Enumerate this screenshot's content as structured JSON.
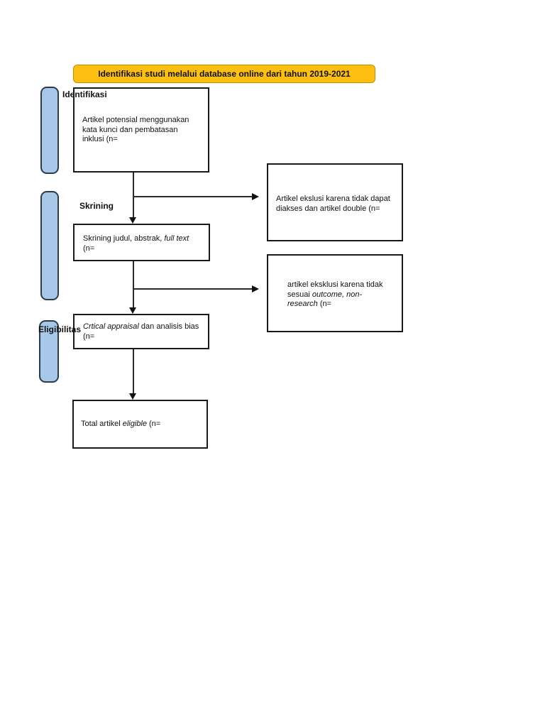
{
  "banner": {
    "label": "Identifikasi studi melalui database online dari tahun 2019-2021"
  },
  "stages": [
    {
      "label": "Identifikasi"
    },
    {
      "label": "Skrining"
    },
    {
      "label": "Eligibilitas"
    }
  ],
  "flow_boxes": {
    "potensial": {
      "line1": "Artikel potensial menggunakan",
      "line2": "kata kunci dan pembatasan",
      "line3": "inklusi (n="
    },
    "skrining": {
      "line1_regular": "Skrining judul, abstrak, ",
      "line1_italic": "full text",
      "line2": "(n="
    },
    "appraisal": {
      "line1_italic": "Crtical appraisal",
      "line1_regular": " dan analisis bias",
      "line2": "(n="
    },
    "total": {
      "part1": "Total artikel ",
      "part2_italic": "eligible",
      "part3": " (n="
    }
  },
  "exclusion_boxes": {
    "ekslusi1": {
      "line1": "Artikel ekslusi karena tidak dapat",
      "line2": "diakses dan artikel double (n="
    },
    "ekslusi2": {
      "line1": "artikel eksklusi karena tidak",
      "line2_regular": "sesuai ",
      "line2_italic": "outcome, non-",
      "line3_italic": "research",
      "line3_regular": " (n="
    }
  },
  "colors": {
    "banner_fill": "#FDC011",
    "banner_border": "#C18E00",
    "stage_bar_fill": "#A6C8E9",
    "stage_bar_border": "#2E3B49",
    "box_border": "#1A1A1A",
    "page_background": "#FFFFFF"
  }
}
